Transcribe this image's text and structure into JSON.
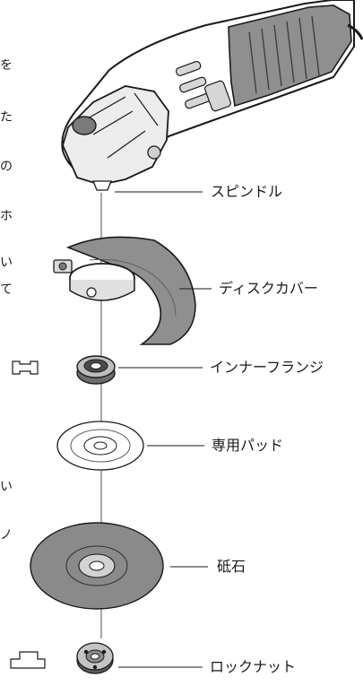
{
  "labels": {
    "spindle": "スピンドル",
    "disc_cover": "ディスクカバー",
    "inner_flange": "インナーフランジ",
    "dedicated_pad": "専用パッド",
    "grinding_wheel": "砥石",
    "lock_nut": "ロックナット"
  },
  "margin_text": {
    "g1": "を",
    "g2": "た",
    "g3": "の",
    "g4": "ホ",
    "g5": "い",
    "g6": "て",
    "g7": "い",
    "g8": "ノ"
  }
}
